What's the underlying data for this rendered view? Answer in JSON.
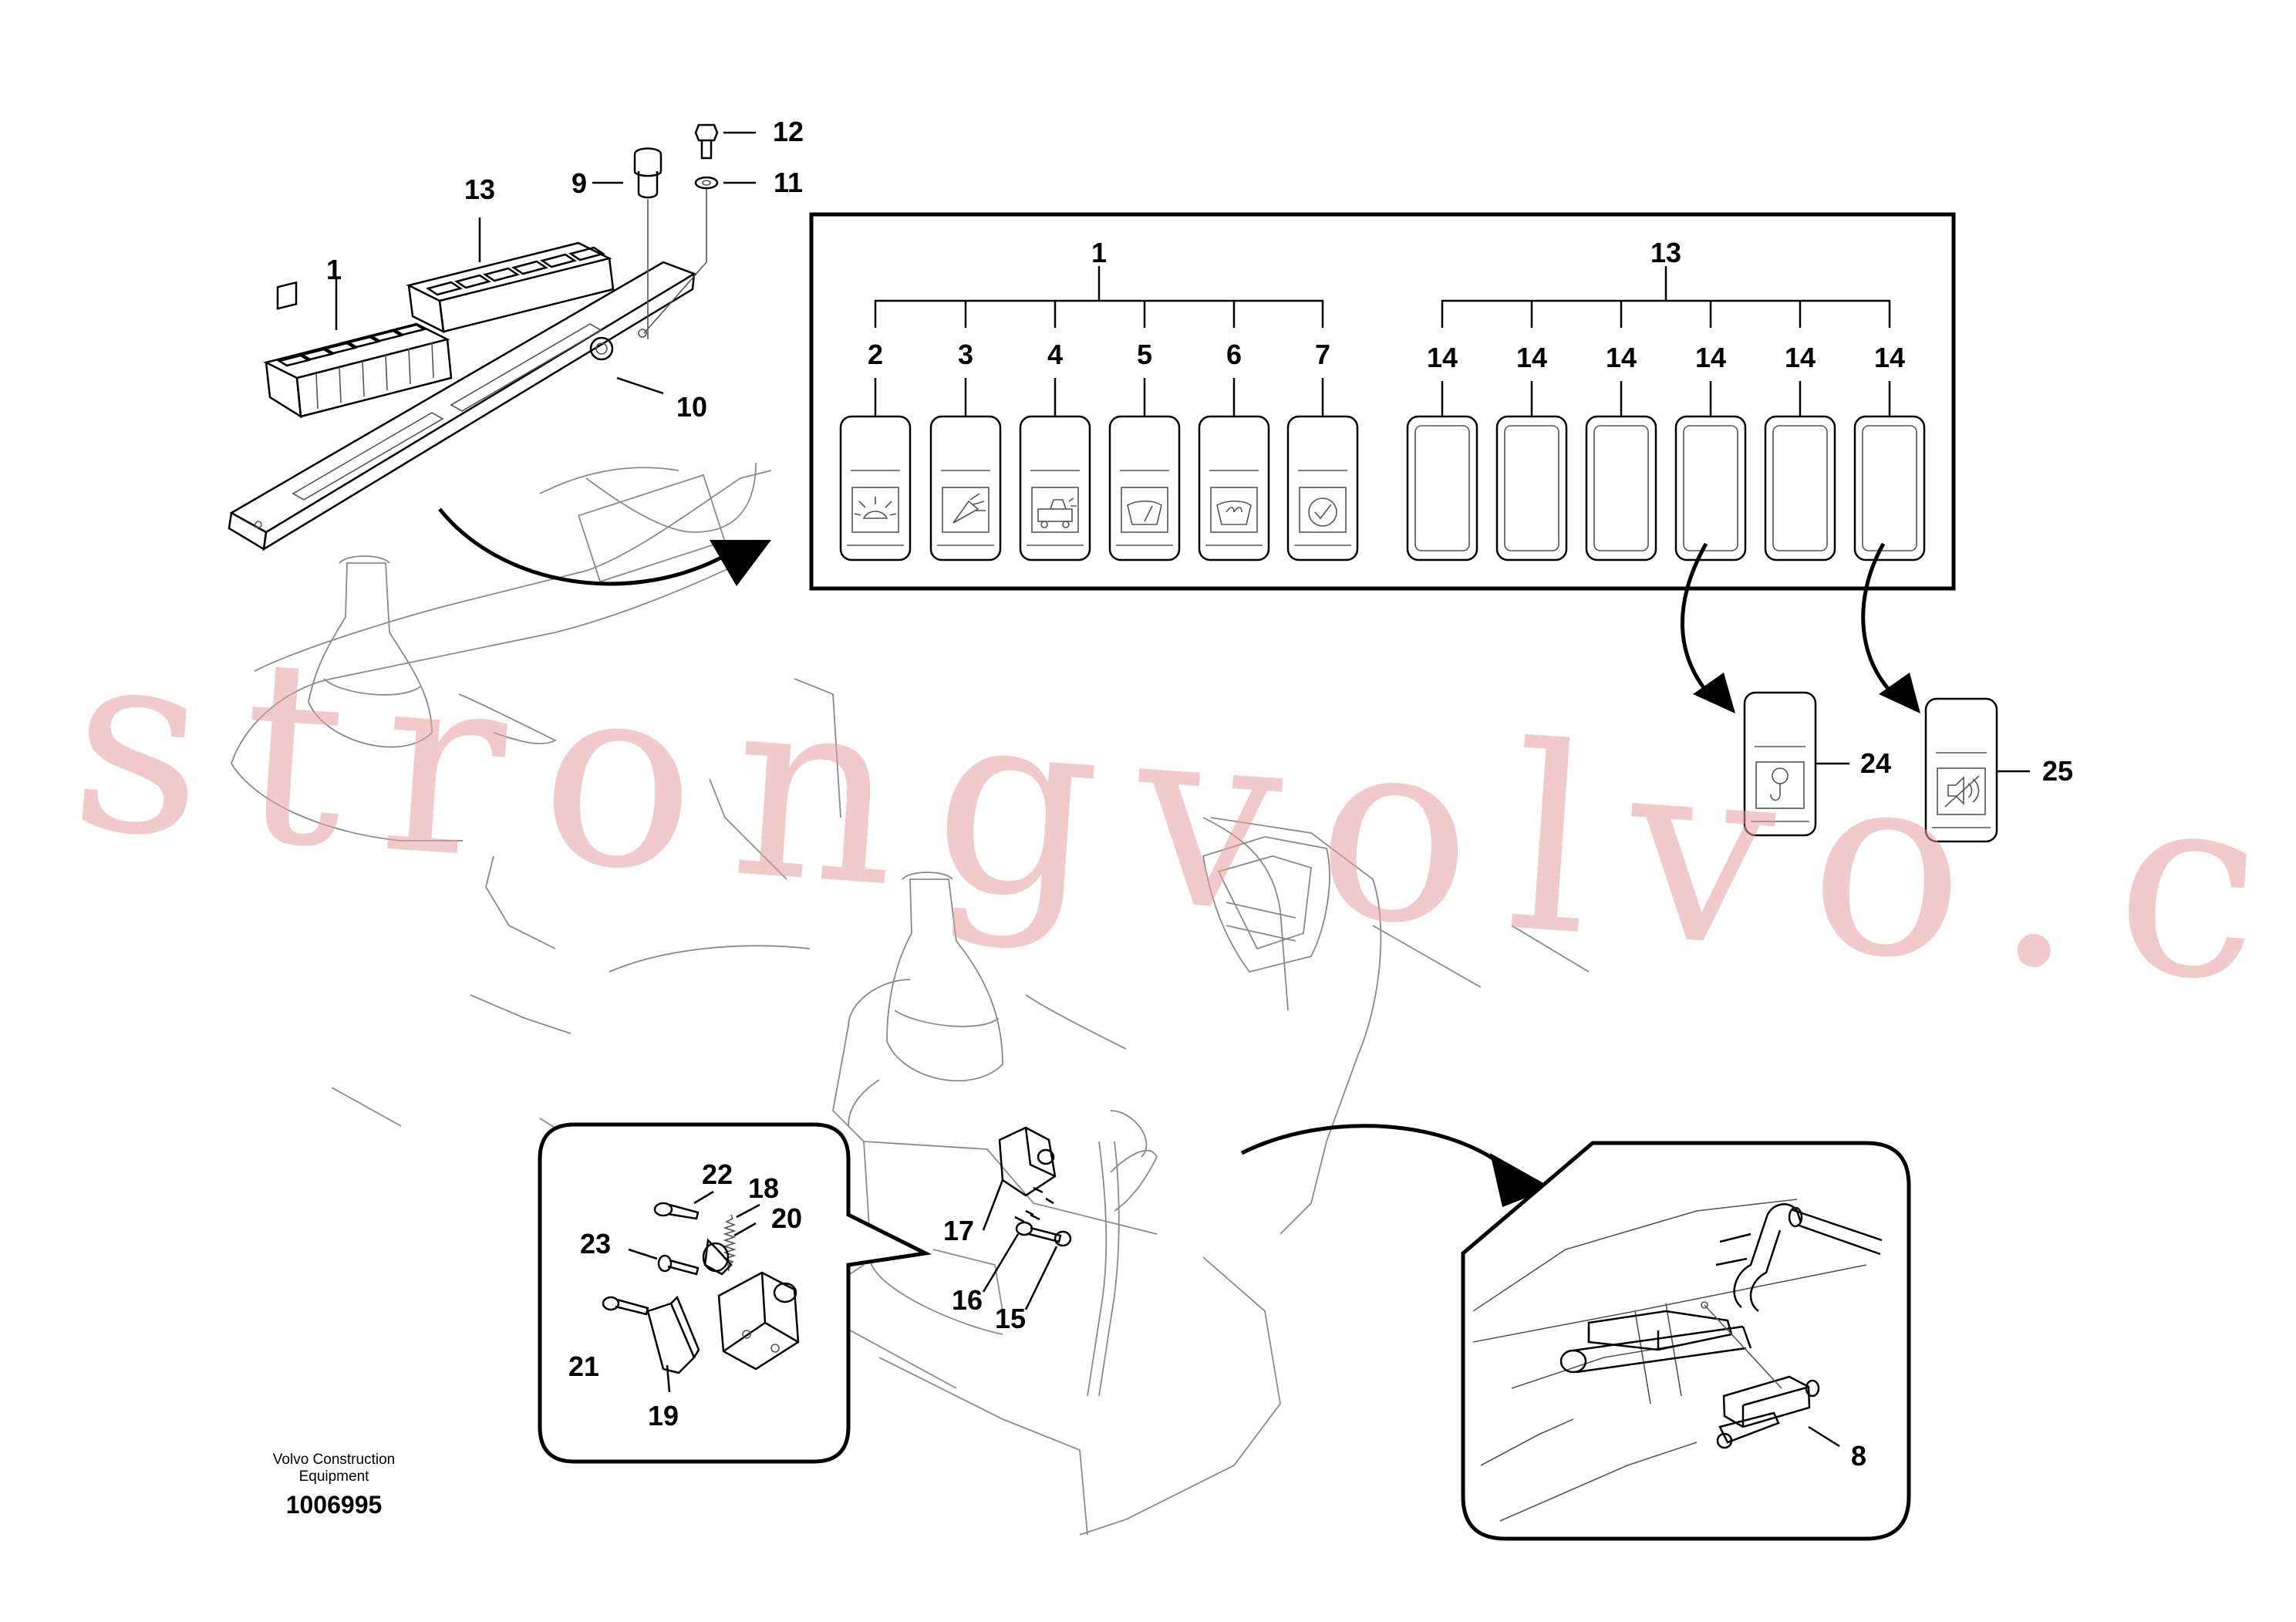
{
  "callouts": {
    "c1_top": "1",
    "c13_top": "13",
    "c9": "9",
    "c10": "10",
    "c11": "11",
    "c12": "12",
    "panel_1": "1",
    "panel_13": "13",
    "sw_2": "2",
    "sw_3": "3",
    "sw_4": "4",
    "sw_5": "5",
    "sw_6": "6",
    "sw_7": "7",
    "sw_14": "14",
    "c24": "24",
    "c25": "25",
    "c22": "22",
    "c18": "18",
    "c20": "20",
    "c23": "23",
    "c21": "21",
    "c19": "19",
    "c17": "17",
    "c16": "16",
    "c15": "15",
    "c8": "8"
  },
  "footer": {
    "line1": "Volvo Construction",
    "line2": "Equipment",
    "number": "1006995"
  },
  "watermark": "strongvolvo.com",
  "icons": {
    "sw_2": "work-light-icon",
    "sw_3": "beacon-light-icon",
    "sw_4": "travel-alarm-icon",
    "sw_5": "wiper-icon",
    "sw_6": "washer-icon",
    "sw_7": "check-icon",
    "sw_24": "hook-icon",
    "sw_25": "horn-icon"
  }
}
